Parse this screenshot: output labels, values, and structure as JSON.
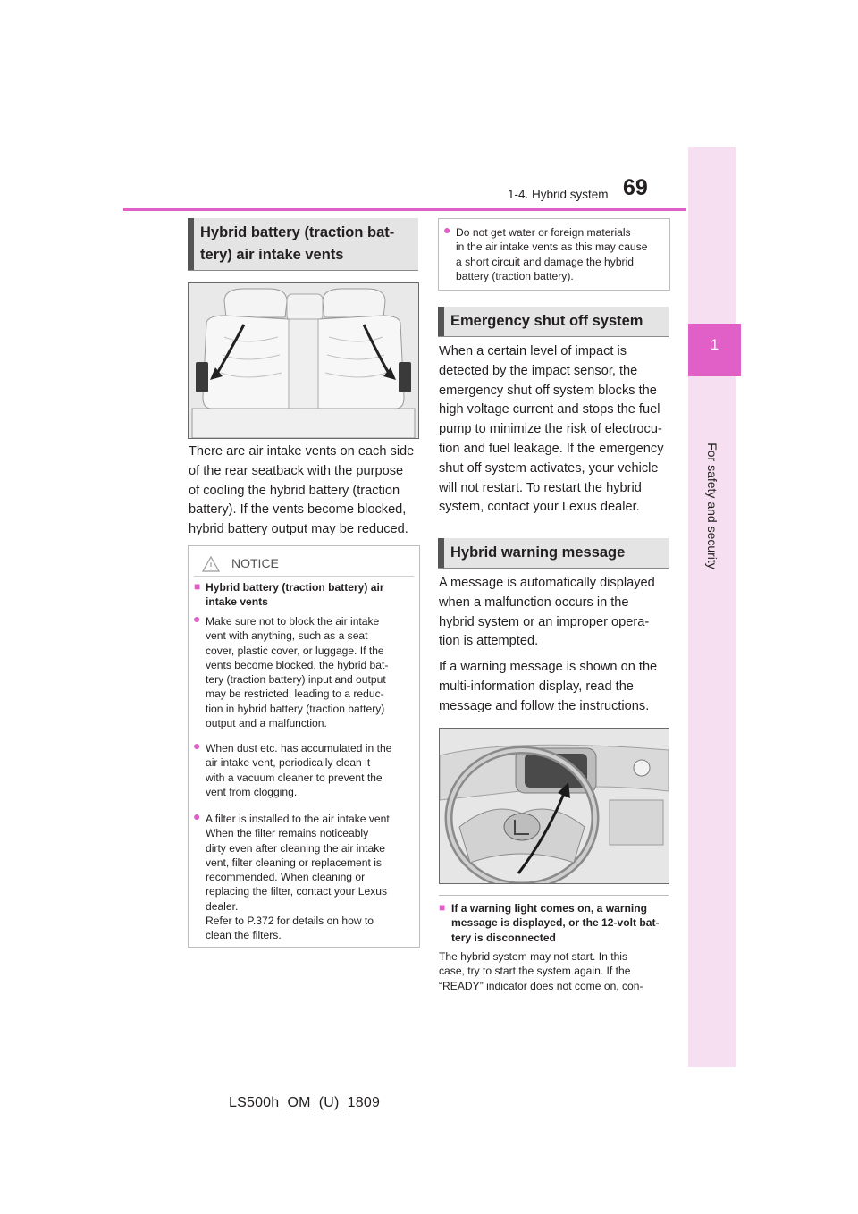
{
  "header": {
    "section": "1-4. Hybrid system",
    "page": "69"
  },
  "tab": {
    "number": "1",
    "title": "For safety and security"
  },
  "left": {
    "heading_lines": [
      "Hybrid battery (traction bat-",
      "tery) air intake vents"
    ],
    "figure_icon": "rear-seat-vents-figure",
    "body_lines": [
      "There are air intake vents on each side",
      "of the rear seatback with the purpose",
      "of cooling the hybrid battery (traction",
      "battery). If the vents become blocked,",
      "hybrid battery output may be reduced."
    ],
    "notice": {
      "title": "NOTICE",
      "icon": "warning-triangle-icon",
      "subhead_lines": [
        "Hybrid battery (traction battery) air",
        "intake vents"
      ],
      "bullets": [
        [
          "Make sure not to block the air intake",
          "vent with anything, such as a seat",
          "cover, plastic cover, or luggage. If the",
          "vents become blocked, the hybrid bat-",
          "tery (traction battery) input and output",
          "may be restricted, leading to a reduc-",
          "tion in hybrid battery (traction battery)",
          "output and a malfunction."
        ],
        [
          "When dust etc. has accumulated in the",
          "air intake vent, periodically clean it",
          "with a vacuum cleaner to prevent the",
          "vent from clogging."
        ],
        [
          "A filter is installed to the air intake vent.",
          "When the filter remains noticeably",
          "dirty even after cleaning the air intake",
          "vent, filter cleaning or replacement is",
          "recommended. When cleaning or",
          "replacing the filter, contact your Lexus",
          "dealer.",
          "Refer to P.372 for details on how to",
          "clean the filters."
        ]
      ]
    }
  },
  "right": {
    "top_bullet": [
      "Do not get water or foreign materials",
      "in the air intake vents as this may cause",
      "a short circuit and damage the hybrid",
      "battery (traction battery)."
    ],
    "emergency": {
      "heading": "Emergency shut off system",
      "lines": [
        "When a certain level of impact is",
        "detected by the impact sensor, the",
        "emergency shut off system blocks the",
        "high voltage current and stops the fuel",
        "pump to minimize the risk of electrocu-",
        "tion and fuel leakage. If the emergency",
        "shut off system activates, your vehicle",
        "will not restart. To restart the hybrid",
        "system, contact your Lexus dealer."
      ]
    },
    "warning": {
      "heading": "Hybrid warning message",
      "para1": [
        "A message is automatically displayed",
        "when a malfunction occurs in the",
        "hybrid system or an improper opera-",
        "tion is attempted."
      ],
      "para2": [
        "If a warning message is shown on the",
        "multi-information display, read the",
        "message and follow the instructions."
      ],
      "figure_icon": "steering-wheel-display-figure",
      "note_title": [
        "If a warning light comes on, a warning",
        "message is displayed, or the 12-volt bat-",
        "tery is disconnected"
      ],
      "note_lines": [
        "The hybrid system may not start. In this",
        "case, try to start the system again. If the",
        "“READY” indicator does not come on, con-"
      ]
    }
  },
  "footer": "LS500h_OM_(U)_1809",
  "colors": {
    "accent": "#e060c8",
    "tab_bg": "#f6dff1",
    "heading_bg": "#e4e4e4"
  }
}
